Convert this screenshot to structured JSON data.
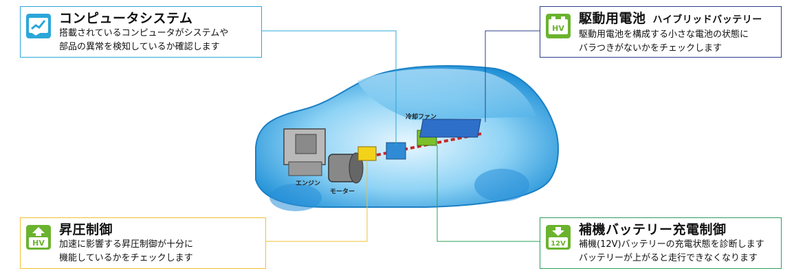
{
  "callouts": {
    "computer": {
      "title": "コンピュータシステム",
      "desc1": "搭載されているコンピュータがシステムや",
      "desc2": "部品の異常を検知しているか確認します",
      "color": "#2aa7d9",
      "icon": "checkmark-chart-icon"
    },
    "battery": {
      "title": "駆動用電池",
      "subtitle": "ハイブリッドバッテリー",
      "desc1": "駆動用電池を構成する小さな電池の状態に",
      "desc2": "バラつきがないかをチェックします",
      "color": "#2e3c8c",
      "icon_text": "HV",
      "icon": "hv-battery-icon"
    },
    "boost": {
      "title": "昇圧制御",
      "desc1": "加速に影響する昇圧制御が十分に",
      "desc2": "機能しているかをチェックします",
      "color": "#f0c030",
      "icon_text": "HV",
      "icon": "hv-boost-icon"
    },
    "aux": {
      "title": "補機バッテリー充電制御",
      "desc1": "補機(12V)バッテリーの充電状態を診断します",
      "desc2": "バッテリーが上がると走行できなくなります",
      "color": "#2aa05a",
      "icon_text": "12V",
      "icon": "12v-battery-icon"
    }
  },
  "parts": {
    "engine": "エンジン",
    "motor": "モーター",
    "fan": "冷却ファン"
  }
}
